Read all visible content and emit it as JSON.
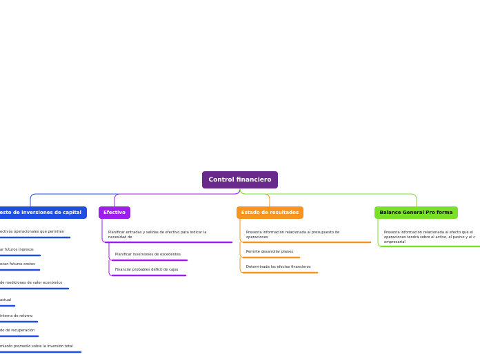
{
  "root": {
    "label": "Control financiero"
  },
  "colors": {
    "root": "#6a2a8c",
    "blue": "#1f4fe0",
    "purple": "#9b1fe8",
    "orange": "#f7931e",
    "green": "#7be02a"
  },
  "branches": {
    "capital": {
      "label": "esto de inversiones de capital",
      "items": [
        "ectivos operacionales que permiten",
        "ar futuros ingresos",
        "ecan futuros costos",
        "de mediciones de valor económico",
        "actual",
        "interna de retorno",
        "do de recuperación",
        "miento promedio sobre la inversión total"
      ]
    },
    "efectivo": {
      "label": "Efectivo",
      "items": [
        "Planificar entradas y salidas de efectivo para indicar la necesidad de",
        "Planificar inversiones de excedentes",
        "Financiar probables déficit de cajas"
      ]
    },
    "resultados": {
      "label": "Estado de resultados",
      "items": [
        "Presenta información relacionada al presupuesto de operaciones",
        "Permite desarrollar planes",
        "Determinada los efectos financieros"
      ]
    },
    "balance": {
      "label": "Balance General Pro forma",
      "items": [
        "Presenta información relacionada al efecto que el operaciones tendrá sobre el activo, el pasivo y el c empresarial"
      ]
    }
  }
}
